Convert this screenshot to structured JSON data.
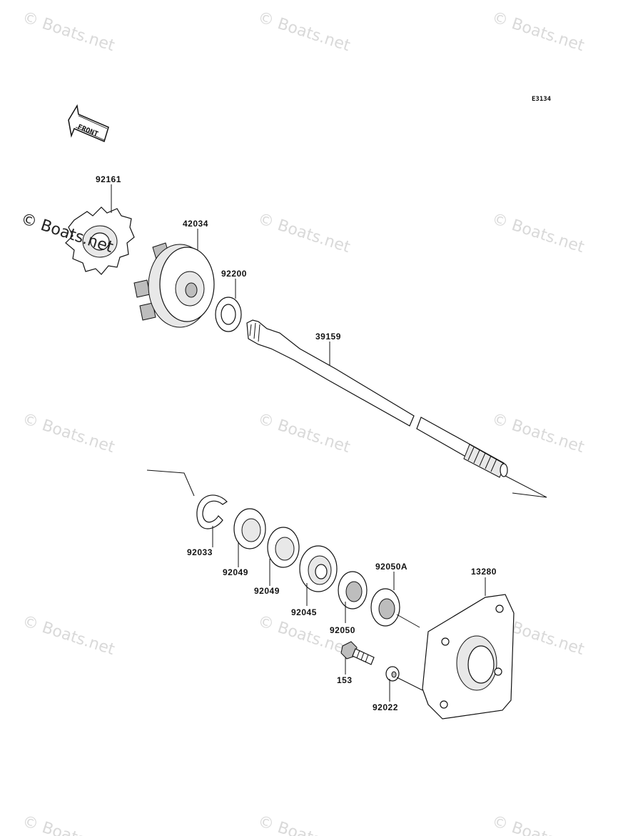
{
  "diagram": {
    "ref_code": "E3134",
    "front_label": "FRONT",
    "watermark": "© Boats.net",
    "parts": [
      {
        "id": "p92161",
        "number": "92161"
      },
      {
        "id": "p42034",
        "number": "42034"
      },
      {
        "id": "p92200",
        "number": "92200"
      },
      {
        "id": "p39159",
        "number": "39159"
      },
      {
        "id": "p92033",
        "number": "92033"
      },
      {
        "id": "p92049a",
        "number": "92049"
      },
      {
        "id": "p92049b",
        "number": "92049"
      },
      {
        "id": "p92045",
        "number": "92045"
      },
      {
        "id": "p92050",
        "number": "92050"
      },
      {
        "id": "p92050A",
        "number": "92050A"
      },
      {
        "id": "p13280",
        "number": "13280"
      },
      {
        "id": "p153",
        "number": "153"
      },
      {
        "id": "p92022",
        "number": "92022"
      }
    ]
  }
}
